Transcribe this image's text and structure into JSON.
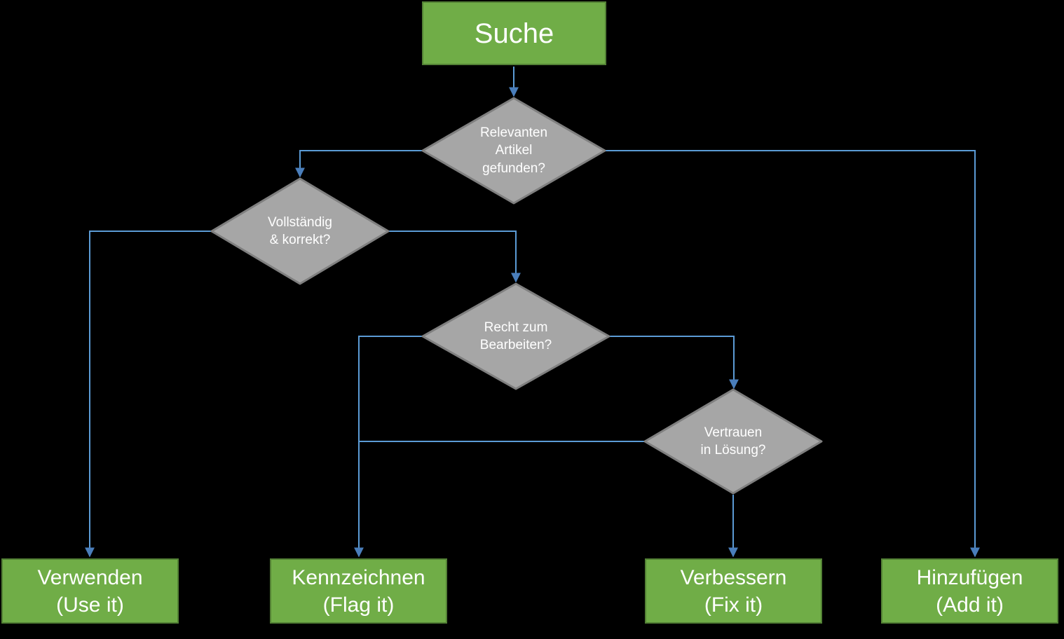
{
  "colors": {
    "background": "#000000",
    "action_fill": "#70AD47",
    "action_border": "#538135",
    "decision_fill": "#A6A6A6",
    "decision_border": "#7F7F7F",
    "connector": "#5B9BD5",
    "arrowhead": "#4A7EBB",
    "text": "#FFFFFF"
  },
  "nodes": {
    "start": {
      "id": "start",
      "label": "Suche"
    },
    "decisions": [
      {
        "id": "d1",
        "label": "Relevanten\nArtikel\ngefunden?"
      },
      {
        "id": "d2",
        "label": "Vollständig\n& korrekt?"
      },
      {
        "id": "d3",
        "label": "Recht zum\nBearbeiten?"
      },
      {
        "id": "d4",
        "label": "Vertrauen\nin Lösung?"
      }
    ],
    "outcomes": [
      {
        "id": "use",
        "label": "Verwenden\n(Use it)"
      },
      {
        "id": "flag",
        "label": "Kennzeichnen\n(Flag it)"
      },
      {
        "id": "fix",
        "label": "Verbessern\n(Fix it)"
      },
      {
        "id": "add",
        "label": "Hinzufügen\n(Add it)"
      }
    ]
  },
  "edges": [
    {
      "from": "start",
      "to": "d1"
    },
    {
      "from": "d1",
      "to": "d2"
    },
    {
      "from": "d1",
      "to": "add"
    },
    {
      "from": "d2",
      "to": "use"
    },
    {
      "from": "d2",
      "to": "d3"
    },
    {
      "from": "d3",
      "to": "flag"
    },
    {
      "from": "d3",
      "to": "d4"
    },
    {
      "from": "d4",
      "to": "flag"
    },
    {
      "from": "d4",
      "to": "fix"
    }
  ]
}
